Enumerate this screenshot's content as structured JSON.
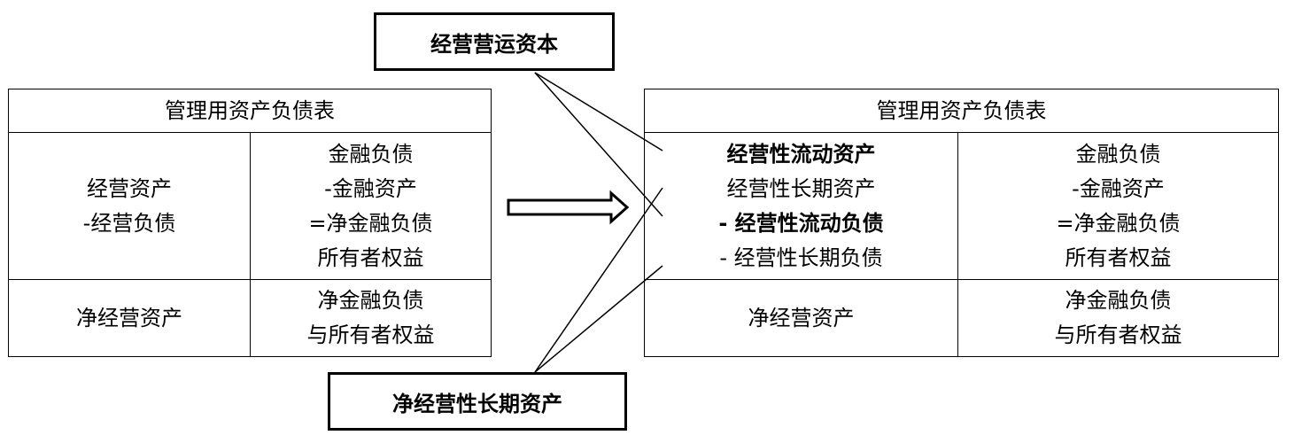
{
  "callouts": {
    "top": "经营营运资本",
    "bottom": "净经营性长期资产"
  },
  "left_table": {
    "title": "管理用资产负债表",
    "assets_lines": [
      "经营资产",
      "-经营负债"
    ],
    "liabilities_lines": [
      "金融负债",
      "-金融资产",
      "=净金融负债",
      "所有者权益"
    ],
    "net_left": "净经营资产",
    "net_right_lines": [
      "净金融负债",
      "与所有者权益"
    ]
  },
  "right_table": {
    "title": "管理用资产负债表",
    "assets_lines": [
      "经营性流动资产",
      "经营性长期资产",
      "- 经营性流动负债",
      "- 经营性长期负债"
    ],
    "liabilities_lines": [
      "金融负债",
      "-金融资产",
      "=净金融负债",
      "所有者权益"
    ],
    "net_left": "净经营资产",
    "net_right_lines": [
      "净金融负债",
      "与所有者权益"
    ]
  },
  "icons": {
    "transform": "right-arrow-icon"
  },
  "colors": {
    "line": "#000000",
    "background": "#ffffff"
  }
}
